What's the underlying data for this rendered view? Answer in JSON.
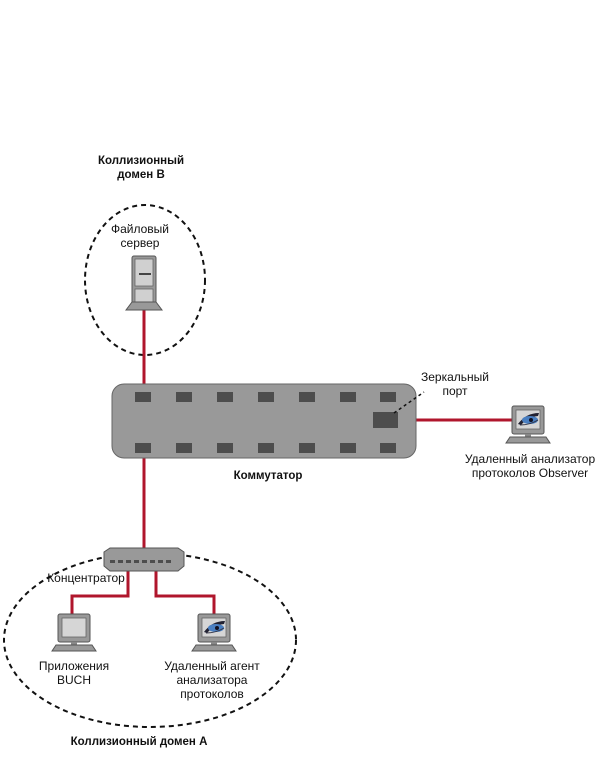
{
  "diagram": {
    "domain_b": {
      "title_line1": "Коллизионный",
      "title_line2": "домен В"
    },
    "file_server": {
      "line1": "Файловый",
      "line2": "сервер"
    },
    "switch": {
      "label": "Коммутатор"
    },
    "mirror_port": {
      "line1": "Зеркальный",
      "line2": "порт"
    },
    "observer": {
      "line1": "Удаленный анализатор",
      "line2": "протоколов Observer"
    },
    "hub": {
      "label": "Концентратор"
    },
    "app_pc": {
      "line1": "Приложения",
      "line2": "BUCH"
    },
    "remote_agent": {
      "line1": "Удаленный агент",
      "line2": "анализатора",
      "line3": "протоколов"
    },
    "domain_a": {
      "title": "Коллизионный домен А"
    },
    "colors": {
      "link": "#b0162c",
      "device": "#999999",
      "port": "#4d4d4d"
    }
  }
}
